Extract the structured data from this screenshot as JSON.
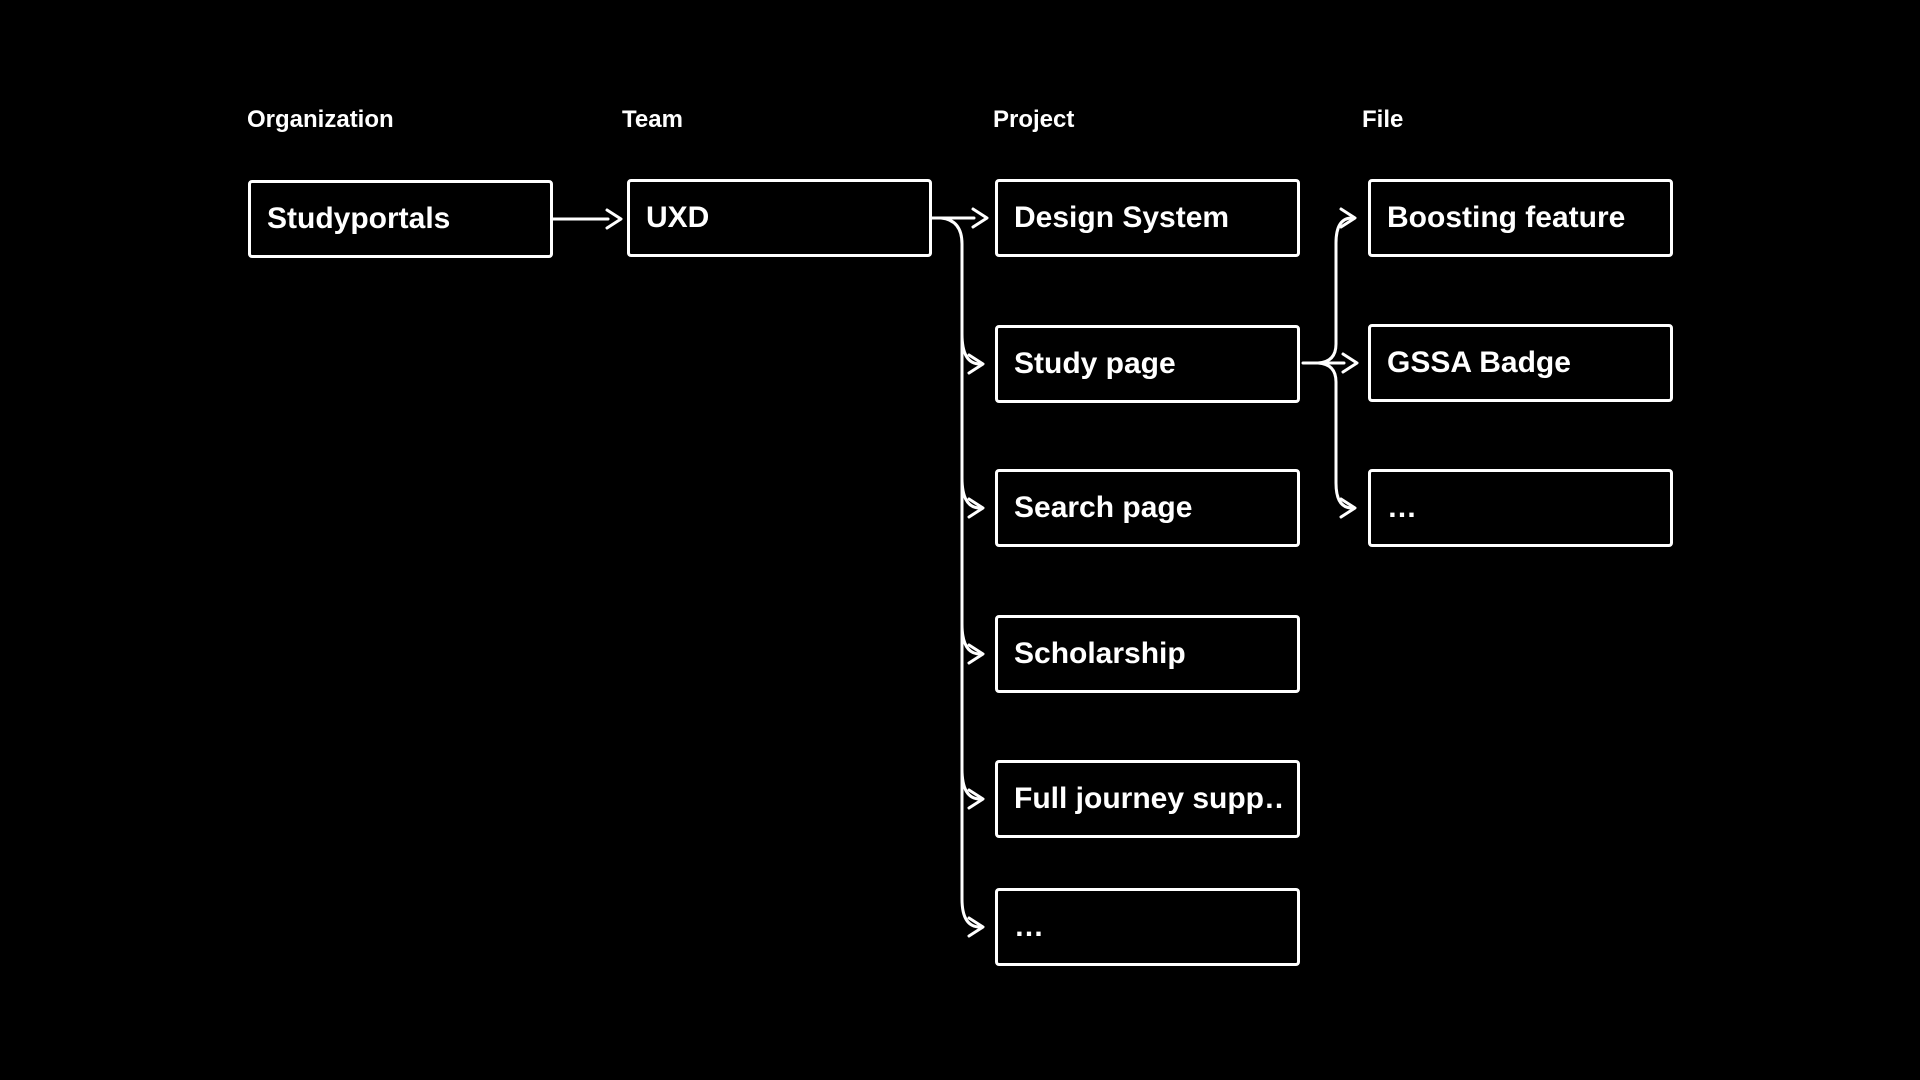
{
  "colors": {
    "background": "#000000",
    "line": "#ffffff",
    "text": "#ffffff"
  },
  "diagram": {
    "headers": [
      {
        "id": "organization",
        "label": "Organization"
      },
      {
        "id": "team",
        "label": "Team"
      },
      {
        "id": "project",
        "label": "Project"
      },
      {
        "id": "file",
        "label": "File"
      }
    ],
    "nodes": {
      "organization": [
        "Studyportals"
      ],
      "team": [
        "UXD"
      ],
      "project": [
        "Design System",
        "Study page",
        "Search page",
        "Scholarship",
        "Full journey supp…",
        "…"
      ],
      "file": [
        "Boosting feature",
        "GSSA Badge",
        "…"
      ]
    },
    "edges": [
      {
        "from": "Studyportals",
        "to": "UXD"
      },
      {
        "from": "UXD",
        "to": "Design System"
      },
      {
        "from": "UXD",
        "to": "Study page"
      },
      {
        "from": "UXD",
        "to": "Search page"
      },
      {
        "from": "UXD",
        "to": "Scholarship"
      },
      {
        "from": "UXD",
        "to": "Full journey supp…"
      },
      {
        "from": "UXD",
        "to": "…"
      },
      {
        "from": "Study page",
        "to": "Boosting feature"
      },
      {
        "from": "Study page",
        "to": "GSSA Badge"
      },
      {
        "from": "Study page",
        "to": "…"
      }
    ]
  }
}
